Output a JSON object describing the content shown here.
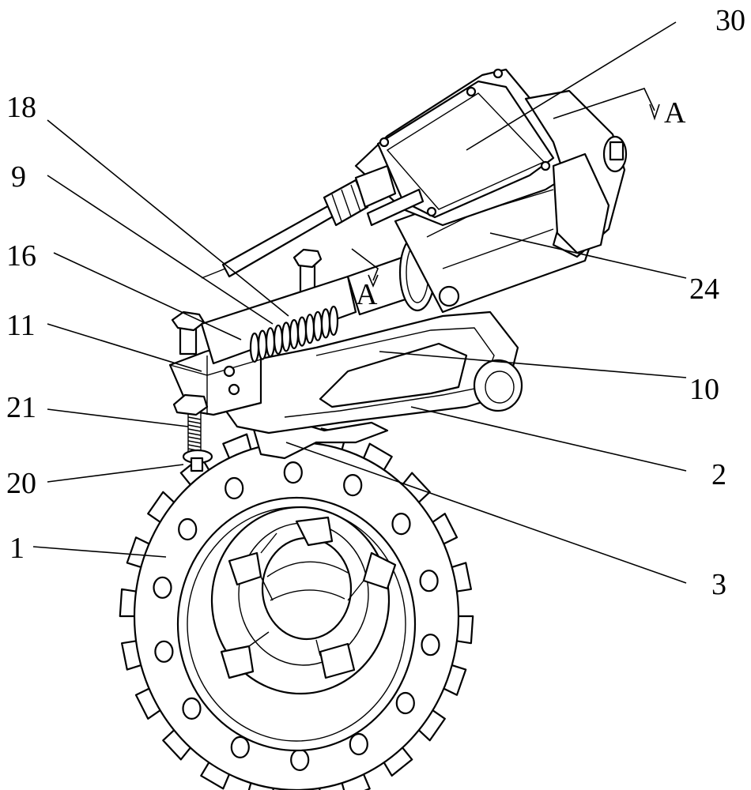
{
  "figure": {
    "labels": {
      "l30": "30",
      "lA1": "A",
      "l18": "18",
      "l9": "9",
      "l16": "16",
      "lA2": "A",
      "l24": "24",
      "l11": "11",
      "l10": "10",
      "l21": "21",
      "l2": "2",
      "l20": "20",
      "l1": "1",
      "l3": "3"
    },
    "colors": {
      "ink": "#000000",
      "paper": "#ffffff"
    }
  }
}
